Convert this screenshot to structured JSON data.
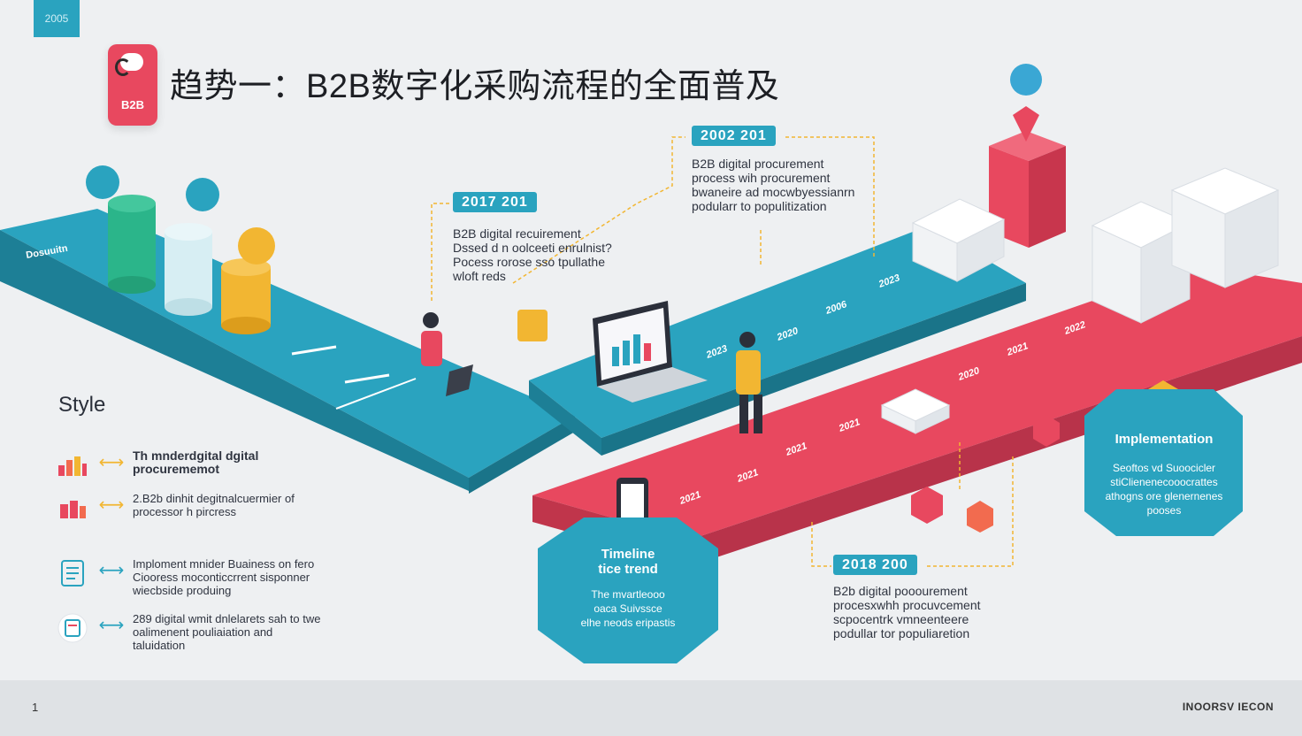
{
  "corner_badge": "2005",
  "logo": {
    "label": "B2B"
  },
  "title": "趋势一：B2B数字化采购流程的全面普及",
  "blue_path_label": "Dosuuitn",
  "callouts": [
    {
      "year": "2017  201",
      "lines": [
        "B2B digital recuirement",
        "Dssed d n oolceeti enrulnist?",
        "Pocess rorose  sso tpullathe",
        "wloft reds"
      ]
    },
    {
      "year": "2002  201",
      "lines": [
        "B2B digital procurement",
        "process wih procurement",
        "bwaneire ad mocwbyessianrn",
        "podularr to populitization"
      ]
    },
    {
      "year": "2018  200",
      "lines": [
        "B2b digital pooourement",
        "procesxwhh procuvcement",
        "scpocentrk vmneenteere",
        "podullar tor populiaretion"
      ]
    }
  ],
  "hex_timeline": {
    "title": "Timeline",
    "subtitle": "tice trend",
    "lines": [
      "The mvartleooo",
      "oaca Suivssce",
      "elhe neods eripastis"
    ]
  },
  "hex_implementation": {
    "title": "Implementation",
    "lines": [
      "Seoftos vd  Suoocicler",
      "stiClienenecooocrattes",
      "athogns ore glenernenes",
      "pooses"
    ]
  },
  "style_label": "Style",
  "legend": [
    {
      "icon": "bar-chart-icon",
      "text": "Th mnderdgital dgital procurememot"
    },
    {
      "icon": "building-chart-icon",
      "text": "2.B2b dinhit degitnalcuermier of processor h pircress"
    },
    {
      "icon": "document-icon",
      "text": "Imploment mnider Buainess on fero Ciooress moconticcrrent sisponner wiecbside produing"
    },
    {
      "icon": "globe-doc-icon",
      "text": "289 digital wmit dnlelarets sah to twe oalimenent pouliaiation and taluidation"
    }
  ],
  "blue_road_years": [
    "2023",
    "2006",
    "2020",
    "2023"
  ],
  "red_road_years": [
    "2021",
    "2021",
    "2021",
    "2021",
    "2020",
    "2021",
    "2022"
  ],
  "page_number": "1",
  "footer_brand": "INOORSV IECON",
  "colors": {
    "teal": "#2aa3bf",
    "red": "#e8485f",
    "yellow": "#f2b632",
    "green": "#2bb58a",
    "background": "#eef0f2"
  }
}
